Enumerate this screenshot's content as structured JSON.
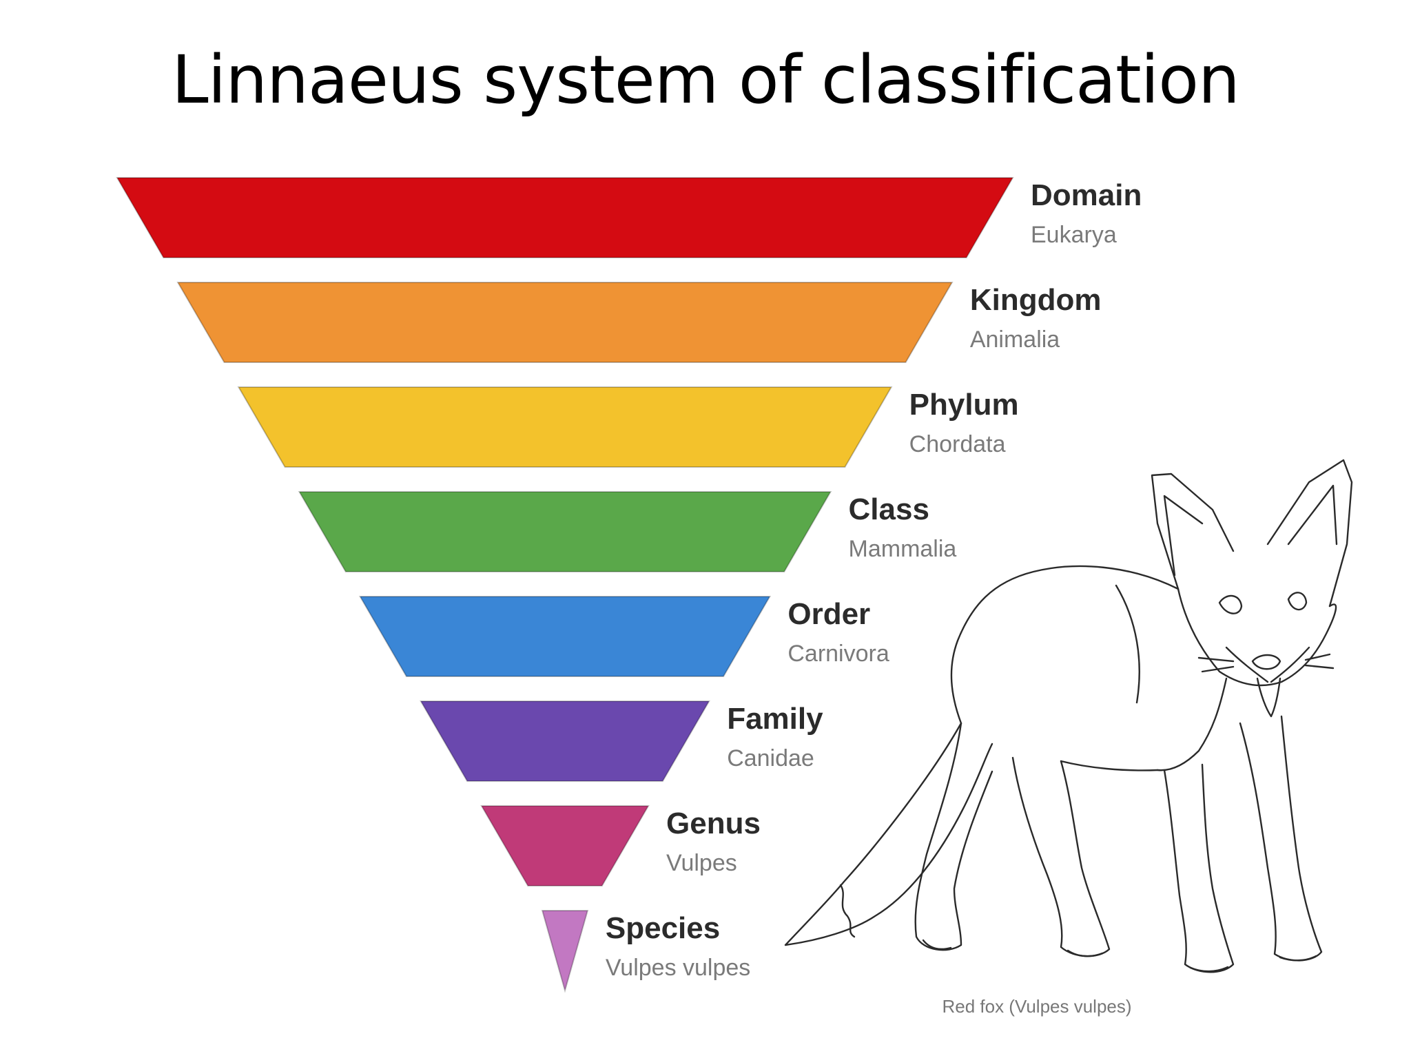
{
  "title": "Linnaeus system of classification",
  "ranks": [
    {
      "name": "Domain",
      "example": "Eukarya",
      "color": "#d40b12"
    },
    {
      "name": "Kingdom",
      "example": "Animalia",
      "color": "#ef9334"
    },
    {
      "name": "Phylum",
      "example": "Chordata",
      "color": "#f3c22c"
    },
    {
      "name": "Class",
      "example": "Mammalia",
      "color": "#5aa84a"
    },
    {
      "name": "Order",
      "example": "Carnivora",
      "color": "#3a86d6"
    },
    {
      "name": "Family",
      "example": "Canidae",
      "color": "#6a48ae"
    },
    {
      "name": "Genus",
      "example": "Vulpes",
      "color": "#c03a78"
    },
    {
      "name": "Species",
      "example": "Vulpes vulpes",
      "color": "#c278c2"
    }
  ],
  "illustration": {
    "subject": "fox-line-drawing",
    "caption": "Red fox (Vulpes vulpes)"
  }
}
